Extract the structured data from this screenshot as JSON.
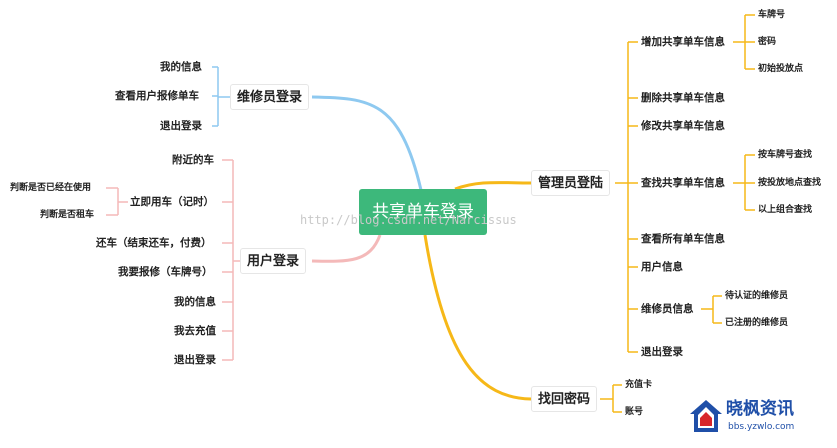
{
  "center": {
    "label": "共享单车登录"
  },
  "watermark": "http://blog.csdn.net/Narcissus",
  "colors": {
    "blue": "#8ec9f0",
    "pink": "#f4b9b9",
    "orange": "#f6b818",
    "green": "#3db87b"
  },
  "branches": {
    "repair": {
      "label": "维修员登录",
      "children": [
        "我的信息",
        "查看用户报修单车",
        "退出登录"
      ]
    },
    "user": {
      "label": "用户登录",
      "children": [
        "附近的车",
        "立即用车（记时）",
        "还车（结束还车，付费）",
        "我要报修（车牌号）",
        "我的信息",
        "我去充值",
        "退出登录"
      ],
      "rent_children": [
        "判断是否已经在使用",
        "判断是否租车"
      ]
    },
    "admin": {
      "label": "管理员登陆",
      "children": [
        "增加共享单车信息",
        "删除共享单车信息",
        "修改共享单车信息",
        "查找共享单车信息",
        "查看所有单车信息",
        "用户信息",
        "维修员信息",
        "退出登录"
      ],
      "add_children": [
        "车牌号",
        "密码",
        "初始投放点"
      ],
      "find_children": [
        "按车牌号查找",
        "按投放地点查找",
        "以上组合查找"
      ],
      "repair_children": [
        "待认证的维修员",
        "已注册的维修员"
      ]
    },
    "recover": {
      "label": "找回密码",
      "children": [
        "充值卡",
        "账号"
      ]
    }
  },
  "logo": {
    "name": "晓枫资讯",
    "url": "bbs.yzwlo.com"
  }
}
